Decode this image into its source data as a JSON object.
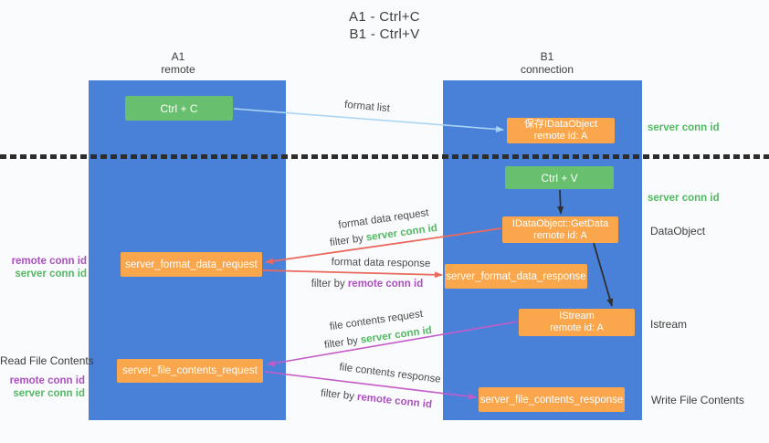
{
  "title": {
    "line1": "A1 - Ctrl+C",
    "line2": "B1 - Ctrl+V"
  },
  "colors": {
    "column-blue": "#4a81d8",
    "box-green": "#68bf6d",
    "box-orange": "#f9a64c",
    "arrow-blue": "#a9d5f5",
    "arrow-black": "#2f2f2f",
    "arrow-red": "#ea6a5f",
    "arrow-magenta": "#c45bc8",
    "text-green": "#53b963",
    "text-purple": "#ab4fbf"
  },
  "columns": [
    {
      "name": "A1",
      "subtitle": "remote"
    },
    {
      "name": "B1",
      "subtitle": "connection"
    }
  ],
  "nodes": {
    "ctrl_c": "Ctrl + C",
    "ctrl_v": "Ctrl + V",
    "save_idataobject": {
      "title": "保存IDataObject",
      "subtitle": "remote id: A"
    },
    "getdata": {
      "title": "IDataObject::GetData",
      "subtitle": "remote id: A"
    },
    "istream": {
      "title": "IStream",
      "subtitle": "remote id: A"
    },
    "server_format_data_request": "server_format_data_request",
    "server_format_data_response": "server_format_data_response",
    "server_file_contents_request": "server_file_contents_request",
    "server_file_contents_response": "server_file_contents_response"
  },
  "arrow_labels": {
    "format_list": "format list",
    "format_data_request": "format data request",
    "format_data_response": "format data response",
    "file_contents_request": "file contents request",
    "file_contents_response": "file contents response",
    "filter_prefix": "filter by",
    "server_conn_id": "server conn id",
    "remote_conn_id": "remote conn id"
  },
  "annotations": {
    "server_conn_id_top": "server conn id",
    "server_conn_id_mid": "server conn id",
    "dataobject": "DataObject",
    "istream": "Istream",
    "write_file_contents": "Write File Contents",
    "read_file_contents": "Read File Contents",
    "format_remote_conn_id": "remote conn id",
    "format_server_conn_id": "server conn id",
    "file_remote_conn_id": "remote conn id",
    "file_server_conn_id": "server conn id"
  }
}
